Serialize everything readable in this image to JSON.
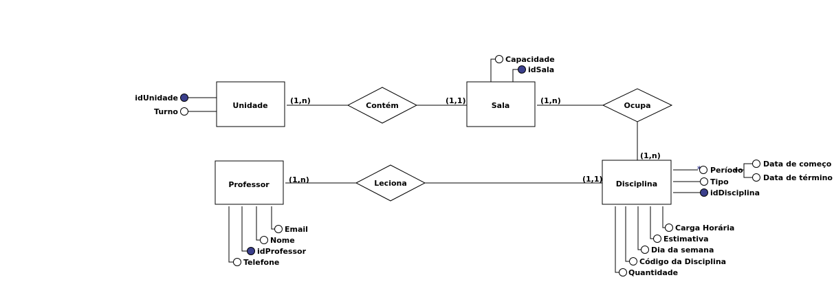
{
  "colors": {
    "key_attribute": "#3b3f8c",
    "line": "#000000",
    "shadow": "#a0a0a0"
  },
  "entities": {
    "unidade": "Unidade",
    "sala": "Sala",
    "professor": "Professor",
    "disciplina": "Disciplina"
  },
  "relationships": {
    "contem": "Contém",
    "ocupa": "Ocupa",
    "leciona": "Leciona"
  },
  "cardinalities": {
    "unidade_contem": "(1,n)",
    "sala_contem": "(1,1)",
    "sala_ocupa": "(1,n)",
    "disciplina_ocupa": "(1,n)",
    "professor_leciona": "(1,n)",
    "disciplina_leciona": "(1,1)"
  },
  "attributes": {
    "unidade": {
      "id": "idUnidade",
      "turno": "Turno"
    },
    "sala": {
      "capacidade": "Capacidade",
      "id": "idSala"
    },
    "professor": {
      "email": "Email",
      "nome": "Nome",
      "id": "idProfessor",
      "telefone": "Telefone"
    },
    "disciplina": {
      "periodo": "Período",
      "periodo_marker": "*",
      "data_comeco": "Data de começo",
      "data_termino": "Data de término",
      "tipo": "Tipo",
      "id": "idDisciplina",
      "carga_horaria": "Carga Horária",
      "estimativa": "Estimativa",
      "dia_semana": "Dia da semana",
      "codigo": "Código da Disciplina",
      "quantidade": "Quantidade"
    }
  }
}
